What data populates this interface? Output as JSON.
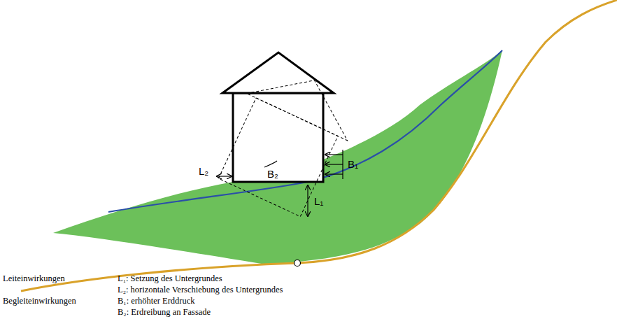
{
  "diagram": {
    "labels": [
      "L₂",
      "B₂",
      "B₁",
      "L₁",
      "Leiteinwirkungen",
      "L₁: Setzung des Untergrundes",
      "L₂: horizontale Verschiebung des Untergrundes",
      "Begleiteinwirkungen",
      "B₁: erhöhter Erddruck",
      "B₂: Erdreibung an Fassade"
    ]
  }
}
